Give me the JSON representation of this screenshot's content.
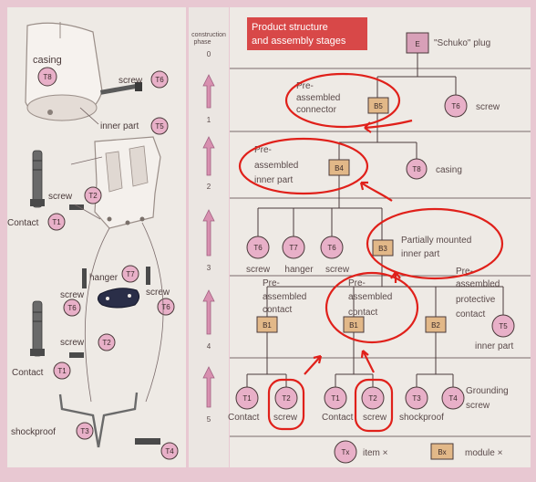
{
  "title": {
    "line1": "Product structure",
    "line2": "and assembly stages"
  },
  "phase_header": {
    "line1": "construction",
    "line2": "phase"
  },
  "phases": [
    "0",
    "1",
    "2",
    "3",
    "4",
    "5"
  ],
  "root": {
    "code": "E",
    "label": "\"Schuko\" plug"
  },
  "level1": {
    "module": {
      "code": "B5",
      "label_lines": [
        "Pre-",
        "assembled",
        "connector"
      ]
    },
    "item": {
      "code": "T6",
      "label": "screw"
    }
  },
  "level2": {
    "module": {
      "code": "B4",
      "label_lines": [
        "Pre-",
        "assembled",
        "inner part"
      ]
    },
    "item": {
      "code": "T8",
      "label": "casing"
    }
  },
  "level3": {
    "items": [
      {
        "code": "T6",
        "label": "screw"
      },
      {
        "code": "T7",
        "label": "hanger"
      },
      {
        "code": "T6",
        "label": "screw"
      }
    ],
    "module": {
      "code": "B3",
      "label_lines": [
        "Partially mounted",
        "inner part"
      ]
    }
  },
  "level4": {
    "modules": [
      {
        "code": "B1",
        "label_lines": [
          "Pre-",
          "assembled",
          "contact"
        ]
      },
      {
        "code": "B1",
        "label_lines": [
          "Pre-",
          "assembled",
          "contact"
        ]
      },
      {
        "code": "B2",
        "label_lines": [
          "Pre-",
          "assembled",
          "protective",
          "contact"
        ]
      }
    ],
    "item": {
      "code": "T5",
      "label": "inner part"
    }
  },
  "level5": {
    "items": [
      {
        "code": "T1",
        "label": "Contact"
      },
      {
        "code": "T2",
        "label": "screw"
      },
      {
        "code": "T1",
        "label": "Contact"
      },
      {
        "code": "T2",
        "label": "screw"
      },
      {
        "code": "T3",
        "label": "shockproof"
      },
      {
        "code": "T4",
        "label": ""
      }
    ],
    "grounding_label_lines": [
      "Grounding",
      "screw"
    ]
  },
  "legend": {
    "item": {
      "code": "Tx",
      "label": "item ×"
    },
    "module": {
      "code": "Bx",
      "label": "module ×"
    }
  },
  "illustration": {
    "casing": {
      "label": "casing",
      "code": "T8"
    },
    "screw_top": {
      "label": "screw",
      "code": "T6"
    },
    "inner_part": {
      "label": "inner part",
      "code": "T5"
    },
    "screw_upper": {
      "label": "screw",
      "code": "T2"
    },
    "contact_upper": {
      "label": "Contact",
      "code": "T1"
    },
    "hanger": {
      "label": "hanger",
      "code": "T7"
    },
    "screw_left": {
      "label": "screw",
      "code": "T6"
    },
    "screw_right": {
      "label": "screw",
      "code": "T6"
    },
    "screw_lower": {
      "label": "screw",
      "code": "T2"
    },
    "contact_lower": {
      "label": "Contact",
      "code": "T1"
    },
    "shockproof": {
      "label": "shockproof",
      "code": "T3"
    },
    "t4_code": "T4"
  },
  "colors": {
    "page": "#e8c8d2",
    "panel": "#eeeae5",
    "item_circle": "#e8b0c8",
    "module_box": "#e2b888",
    "root_box": "#d8a0b8",
    "title_box": "#d84848",
    "annotation_red": "#e0201a",
    "text": "#5a4a4a"
  }
}
